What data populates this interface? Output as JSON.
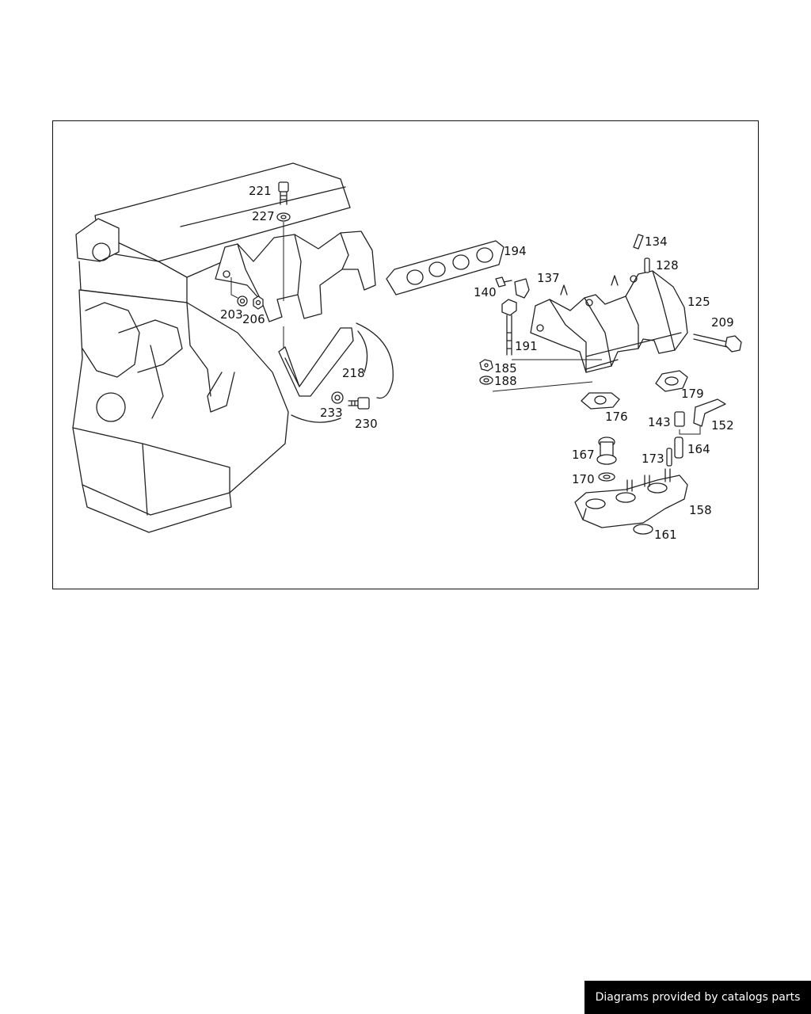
{
  "diagram": {
    "part_numbers": {
      "p221": "221",
      "p227": "227",
      "p203": "203",
      "p206": "206",
      "p218": "218",
      "p233": "233",
      "p230": "230",
      "p194": "194",
      "p134": "134",
      "p128": "128",
      "p137": "137",
      "p140": "140",
      "p125": "125",
      "p209": "209",
      "p191": "191",
      "p185": "185",
      "p188": "188",
      "p179": "179",
      "p176": "176",
      "p143": "143",
      "p152": "152",
      "p164": "164",
      "p167": "167",
      "p173": "173",
      "p170": "170",
      "p158": "158",
      "p161": "161"
    }
  },
  "footer": {
    "text": "Diagrams provided by catalogs parts"
  }
}
